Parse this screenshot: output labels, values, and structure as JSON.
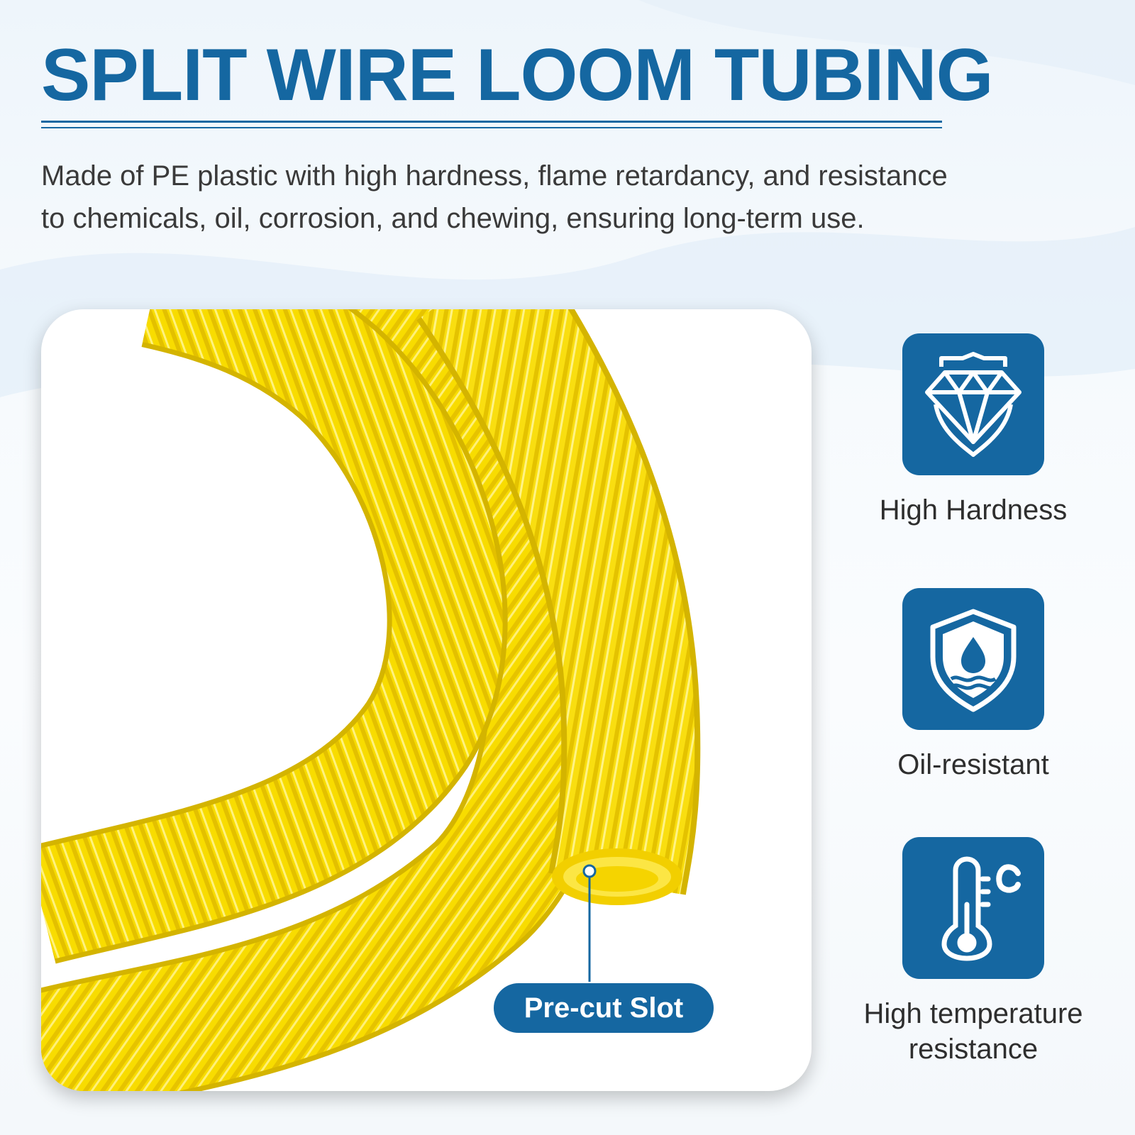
{
  "header": {
    "title": "SPLIT WIRE LOOM TUBING",
    "description": "Made of PE plastic with high hardness, flame retardancy, and resistance to chemicals, oil, corrosion, and chewing, ensuring long-term use."
  },
  "photo": {
    "callout_label": "Pre-cut Slot"
  },
  "features": [
    {
      "label": "High Hardness",
      "icon": "diamond-shield-icon"
    },
    {
      "label": "Oil-resistant",
      "icon": "oil-drop-shield-icon"
    },
    {
      "label": "High temperature resistance",
      "icon": "thermometer-celsius-icon"
    }
  ],
  "colors": {
    "brand_blue": "#1567a1",
    "tube_yellow": "#f8dc00",
    "text_dark": "#3a3a3a"
  }
}
